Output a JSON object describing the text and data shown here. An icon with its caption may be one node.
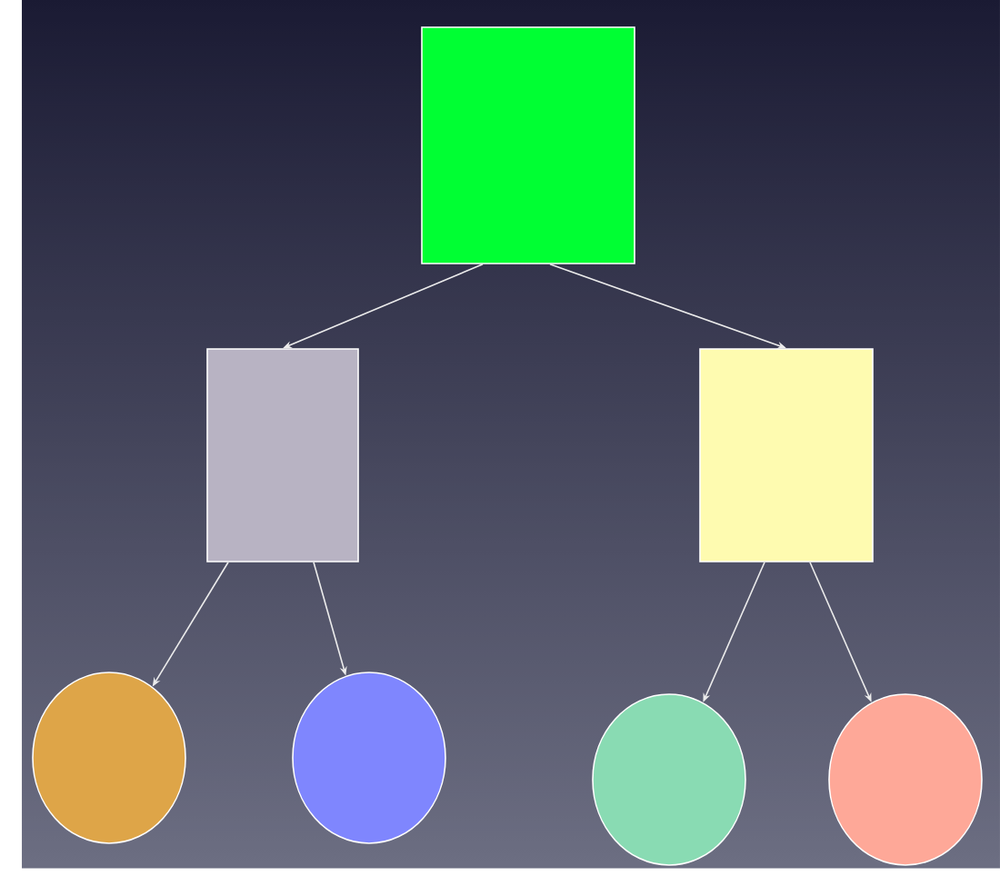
{
  "diagram": {
    "nodes": [
      {
        "text": [],
        "shape": "box"
      },
      {
        "text": [],
        "shape": "box"
      },
      {
        "text": [],
        "shape": "box"
      },
      {
        "text": [],
        "shape": "circle"
      },
      {
        "text": [],
        "shape": "circle"
      },
      {
        "text": [],
        "shape": "circle"
      },
      {
        "text": [],
        "shape": "circle"
      }
    ],
    "edges": [
      {
        "from": 0,
        "to": 1,
        "arrow": "to"
      },
      {
        "from": 0,
        "to": 2,
        "arrow": "to"
      },
      {
        "from": 1,
        "to": 3,
        "arrow": "to"
      },
      {
        "from": 1,
        "to": 4,
        "arrow": "to"
      },
      {
        "from": 2,
        "to": 5,
        "arrow": "to"
      },
      {
        "from": 2,
        "to": 6,
        "arrow": "to"
      }
    ]
  }
}
